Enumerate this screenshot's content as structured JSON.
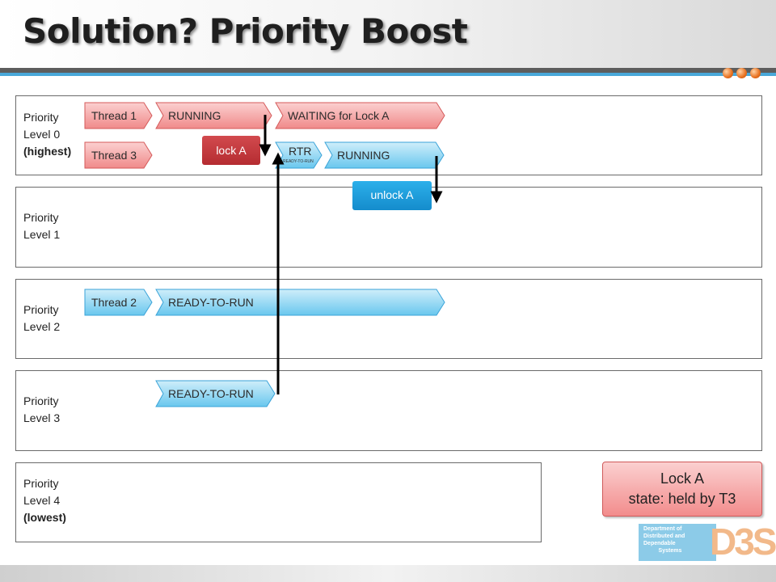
{
  "slide": {
    "title": "Solution? Priority Boost"
  },
  "levels": [
    {
      "line1": "Priority",
      "line2": "Level 0",
      "line3": "(highest)"
    },
    {
      "line1": "Priority",
      "line2": "Level 1"
    },
    {
      "line1": "Priority",
      "line2": "Level 2"
    },
    {
      "line1": "Priority",
      "line2": "Level 3"
    },
    {
      "line1": "Priority",
      "line2": "Level 4",
      "line3": "(lowest)"
    }
  ],
  "chevrons": {
    "thread1": "Thread 1",
    "running1": "RUNNING",
    "waiting": "WAITING for Lock A",
    "thread3": "Thread 3",
    "rtr": "RTR",
    "rtr_small": "READY-TO-RUN",
    "running3": "RUNNING",
    "thread2": "Thread 2",
    "ready2": "READY-TO-RUN",
    "ready3": "READY-TO-RUN"
  },
  "tags": {
    "lock": "lock A",
    "unlock": "unlock A"
  },
  "lock_state": {
    "line1": "Lock A",
    "line2": "state: held by T3"
  },
  "logo": {
    "line1": "Department of",
    "line2": "Distributed and",
    "line3": "Dependable",
    "line4": "Systems",
    "mark": "D3S"
  },
  "colors": {
    "red_fill_top": "#fbd0d0",
    "red_fill_bottom": "#f08a8a",
    "red_stroke": "#d45a5a",
    "blue_fill_top": "#cfeefa",
    "blue_fill_bottom": "#69c7ee",
    "blue_stroke": "#3aa3d8",
    "lock_tag": "#c4353a",
    "unlock_tag": "#1b9ad8"
  }
}
